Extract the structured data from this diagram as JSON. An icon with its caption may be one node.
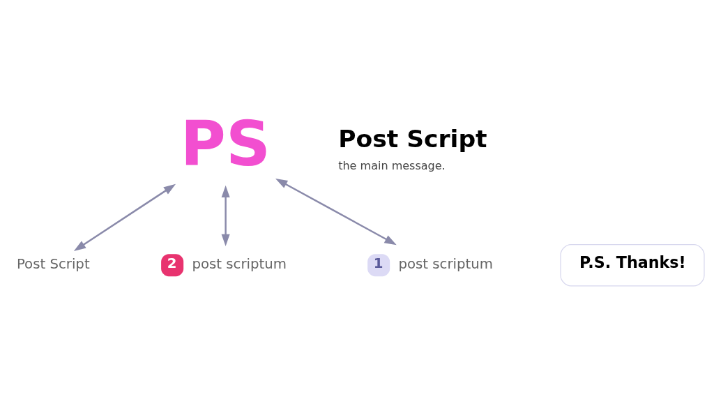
{
  "diagram": {
    "nodes": [
      {
        "text": [
          "PS"
        ]
      },
      {
        "text": [
          "Post Script"
        ]
      },
      {
        "text": [
          "2",
          "post scriptum"
        ]
      },
      {
        "text": [
          "1",
          "post scriptum"
        ]
      },
      {
        "text": [
          "P.S. Thanks!"
        ]
      }
    ],
    "edges": [
      {
        "from": 0,
        "to": 1,
        "arrow": "both"
      },
      {
        "from": 0,
        "to": 2,
        "arrow": "both"
      },
      {
        "from": 0,
        "to": 3,
        "arrow": "both"
      }
    ],
    "labels": [
      "Post Script",
      "the main message."
    ]
  }
}
